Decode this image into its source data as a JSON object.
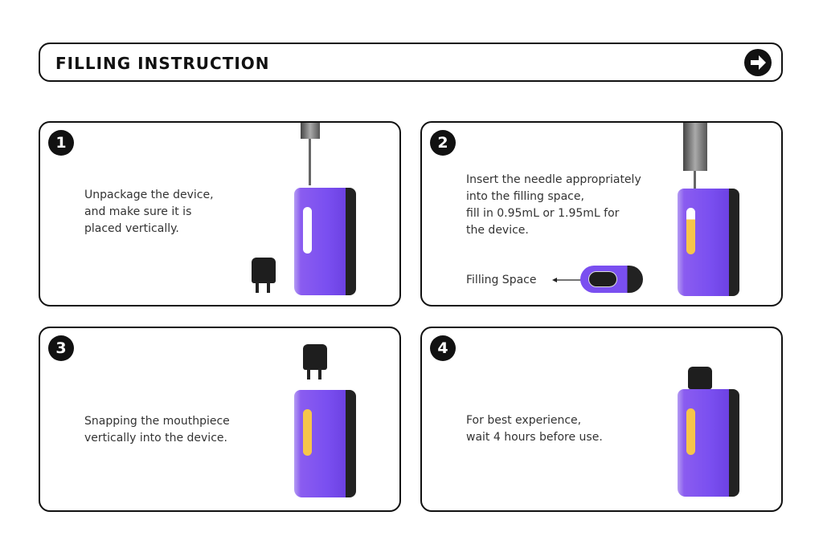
{
  "header": {
    "title": "FILLING INSTRUCTION",
    "icon": "arrow-right-circle-icon"
  },
  "steps": [
    {
      "number": "1",
      "lines": [
        "Unpackage the device,",
        "and make sure it is",
        "placed vertically."
      ]
    },
    {
      "number": "2",
      "lines": [
        "Insert the needle appropriately",
        "into the filling space,",
        "fill in 0.95mL or 1.95mL for",
        "the device."
      ],
      "callout": "Filling Space"
    },
    {
      "number": "3",
      "lines": [
        "Snapping the mouthpiece",
        "vertically into the device."
      ]
    },
    {
      "number": "4",
      "lines": [
        "For best experience,",
        "wait 4 hours before use."
      ]
    }
  ],
  "colors": {
    "device": "#7a4ff0",
    "liquid": "#f7c54a",
    "border": "#111111"
  }
}
